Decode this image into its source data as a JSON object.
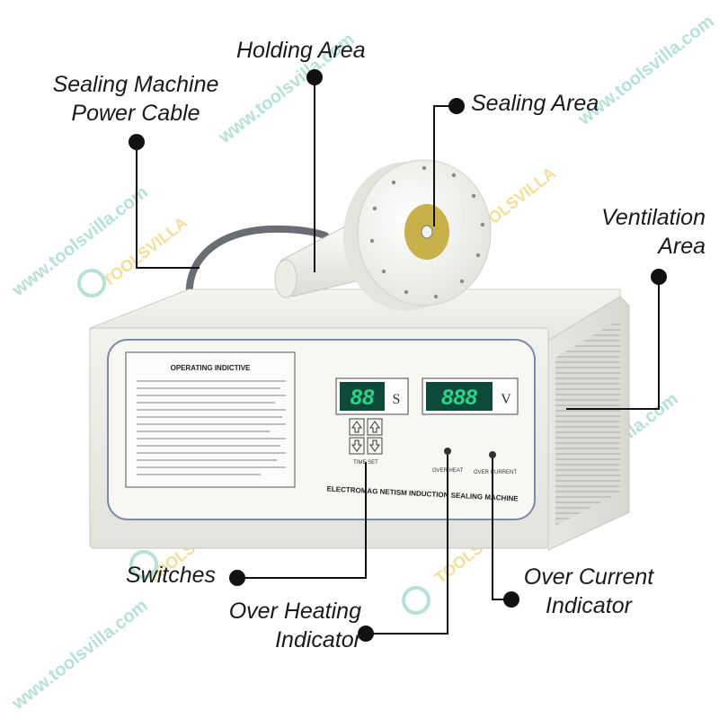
{
  "labels": {
    "holding_area": "Holding Area",
    "power_cable_line1": "Sealing Machine",
    "power_cable_line2": "Power Cable",
    "sealing_area": "Sealing Area",
    "ventilation_line1": "Ventilation",
    "ventilation_line2": "Area",
    "switches": "Switches",
    "over_heating_line1": "Over Heating",
    "over_heating_line2": "Indicator",
    "over_current_line1": "Over Current",
    "over_current_line2": "Indicator"
  },
  "machine": {
    "panel_title": "OPERATING  INDICTIVE",
    "time_display": "88",
    "time_unit": "S",
    "voltage_display": "888",
    "voltage_unit": "V",
    "time_set_label": "TIME SET",
    "over_heat_label": "OVER HEAT",
    "over_current_label": "OVER CURRENT",
    "machine_name": "ELECTROMAG NETISM INDUCTION SEALING MACHINE"
  },
  "watermark": {
    "url_text": "www.toolsvilla.com",
    "brand_text": "TOOLSVILLA"
  },
  "colors": {
    "line": "#111111",
    "display_bg": "#0e4a3a",
    "display_digits": "#2dd48a",
    "watermark": "#7cc9b4",
    "sealing_core": "#c8b14a"
  }
}
